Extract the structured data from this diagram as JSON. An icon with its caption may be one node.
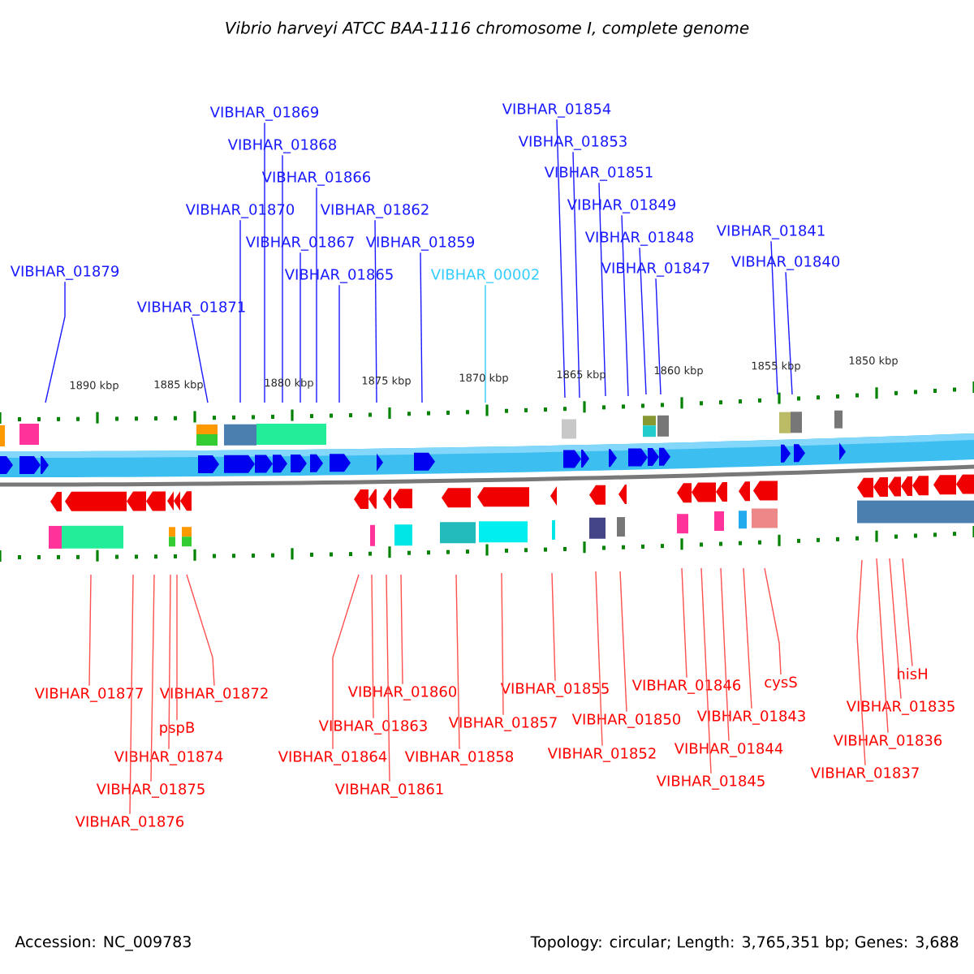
{
  "diagram": {
    "title": "Vibrio harveyi ATCC BAA-1116 chromosome I, complete genome",
    "nodes": [
      {
        "text": [
          "VIBHAR_01869"
        ]
      },
      {
        "text": [
          "VIBHAR_01854"
        ]
      },
      {
        "text": [
          "VIBHAR_01868"
        ]
      },
      {
        "text": [
          "VIBHAR_01853"
        ]
      },
      {
        "text": [
          "VIBHAR_01866"
        ]
      },
      {
        "text": [
          "VIBHAR_01851"
        ]
      },
      {
        "text": [
          "VIBHAR_01870"
        ]
      },
      {
        "text": [
          "VIBHAR_01862"
        ]
      },
      {
        "text": [
          "VIBHAR_01849"
        ]
      },
      {
        "text": [
          "VIBHAR_01841"
        ]
      },
      {
        "text": [
          "VIBHAR_01867"
        ]
      },
      {
        "text": [
          "VIBHAR_01859"
        ]
      },
      {
        "text": [
          "VIBHAR_01848"
        ]
      },
      {
        "text": [
          "VIBHAR_01840"
        ]
      },
      {
        "text": [
          "VIBHAR_01879"
        ]
      },
      {
        "text": [
          "VIBHAR_01865"
        ]
      },
      {
        "text": [
          "VIBHAR_00002"
        ]
      },
      {
        "text": [
          "VIBHAR_01847"
        ]
      },
      {
        "text": [
          "VIBHAR_01871"
        ]
      },
      {
        "text": [
          "VIBHAR_01877"
        ]
      },
      {
        "text": [
          "VIBHAR_01872"
        ]
      },
      {
        "text": [
          "VIBHAR_01860"
        ]
      },
      {
        "text": [
          "VIBHAR_01855"
        ]
      },
      {
        "text": [
          "VIBHAR_01846"
        ]
      },
      {
        "text": [
          "cysS"
        ]
      },
      {
        "text": [
          "hisH"
        ]
      },
      {
        "text": [
          "pspB"
        ]
      },
      {
        "text": [
          "VIBHAR_01863"
        ]
      },
      {
        "text": [
          "VIBHAR_01857"
        ]
      },
      {
        "text": [
          "VIBHAR_01850"
        ]
      },
      {
        "text": [
          "VIBHAR_01843"
        ]
      },
      {
        "text": [
          "VIBHAR_01835"
        ]
      },
      {
        "text": [
          "VIBHAR_01874"
        ]
      },
      {
        "text": [
          "VIBHAR_01864"
        ]
      },
      {
        "text": [
          "VIBHAR_01858"
        ]
      },
      {
        "text": [
          "VIBHAR_01852"
        ]
      },
      {
        "text": [
          "VIBHAR_01844"
        ]
      },
      {
        "text": [
          "VIBHAR_01836"
        ]
      },
      {
        "text": [
          "VIBHAR_01875"
        ]
      },
      {
        "text": [
          "VIBHAR_01861"
        ]
      },
      {
        "text": [
          "VIBHAR_01845"
        ]
      },
      {
        "text": [
          "VIBHAR_01837"
        ]
      },
      {
        "text": [
          "VIBHAR_01876"
        ]
      }
    ],
    "edges": [
      {
        "from": 0,
        "to": null,
        "arrow": "none",
        "color": "#1a1aff"
      },
      {
        "from": 1,
        "to": null,
        "arrow": "none",
        "color": "#1a1aff"
      },
      {
        "from": 2,
        "to": null,
        "arrow": "none",
        "color": "#1a1aff"
      },
      {
        "from": 3,
        "to": null,
        "arrow": "none",
        "color": "#1a1aff"
      },
      {
        "from": 4,
        "to": null,
        "arrow": "none",
        "color": "#1a1aff"
      },
      {
        "from": 5,
        "to": null,
        "arrow": "none",
        "color": "#1a1aff"
      },
      {
        "from": 6,
        "to": null,
        "arrow": "none",
        "color": "#1a1aff"
      },
      {
        "from": 7,
        "to": null,
        "arrow": "none",
        "color": "#1a1aff"
      },
      {
        "from": 8,
        "to": null,
        "arrow": "none",
        "color": "#1a1aff"
      },
      {
        "from": 9,
        "to": null,
        "arrow": "none",
        "color": "#1a1aff"
      },
      {
        "from": 10,
        "to": null,
        "arrow": "none",
        "color": "#1a1aff"
      },
      {
        "from": 11,
        "to": null,
        "arrow": "none",
        "color": "#1a1aff"
      },
      {
        "from": 12,
        "to": null,
        "arrow": "none",
        "color": "#1a1aff"
      },
      {
        "from": 13,
        "to": null,
        "arrow": "none",
        "color": "#1a1aff"
      },
      {
        "from": 14,
        "to": null,
        "arrow": "none",
        "color": "#1a1aff"
      },
      {
        "from": 15,
        "to": null,
        "arrow": "none",
        "color": "#1a1aff"
      },
      {
        "from": 16,
        "to": null,
        "arrow": "none",
        "color": "#33ccff"
      },
      {
        "from": 17,
        "to": null,
        "arrow": "none",
        "color": "#1a1aff"
      },
      {
        "from": 18,
        "to": null,
        "arrow": "none",
        "color": "#1a1aff"
      },
      {
        "from": 19,
        "to": null,
        "arrow": "none"
      },
      {
        "from": 20,
        "to": null,
        "arrow": "none"
      },
      {
        "from": 21,
        "to": null,
        "arrow": "none"
      },
      {
        "from": 22,
        "to": null,
        "arrow": "none"
      },
      {
        "from": 23,
        "to": null,
        "arrow": "none"
      },
      {
        "from": 24,
        "to": null,
        "arrow": "none"
      },
      {
        "from": 25,
        "to": null,
        "arrow": "none"
      },
      {
        "from": 26,
        "to": null,
        "arrow": "none"
      },
      {
        "from": 27,
        "to": null,
        "arrow": "none"
      },
      {
        "from": 28,
        "to": null,
        "arrow": "none"
      },
      {
        "from": 29,
        "to": null,
        "arrow": "none"
      },
      {
        "from": 30,
        "to": null,
        "arrow": "none"
      },
      {
        "from": 31,
        "to": null,
        "arrow": "none"
      },
      {
        "from": 32,
        "to": null,
        "arrow": "none"
      },
      {
        "from": 33,
        "to": null,
        "arrow": "none"
      },
      {
        "from": 34,
        "to": null,
        "arrow": "none"
      },
      {
        "from": 35,
        "to": null,
        "arrow": "none"
      },
      {
        "from": 36,
        "to": null,
        "arrow": "none"
      },
      {
        "from": 37,
        "to": null,
        "arrow": "none"
      },
      {
        "from": 38,
        "to": null,
        "arrow": "none"
      },
      {
        "from": 39,
        "to": null,
        "arrow": "none"
      },
      {
        "from": 40,
        "to": null,
        "arrow": "none"
      },
      {
        "from": 41,
        "to": null,
        "arrow": "none"
      },
      {
        "from": 42,
        "to": null,
        "arrow": "none"
      }
    ],
    "labels": [
      "1890 kbp",
      "1885 kbp",
      "1880 kbp",
      "1875 kbp",
      "1870 kbp",
      "1865 kbp",
      "1860 kbp",
      "1855 kbp",
      "1850 kbp",
      "Accession: NC_009783",
      "Topology: circular; Length: 3,765,351 bp; Genes: 3,688"
    ]
  }
}
